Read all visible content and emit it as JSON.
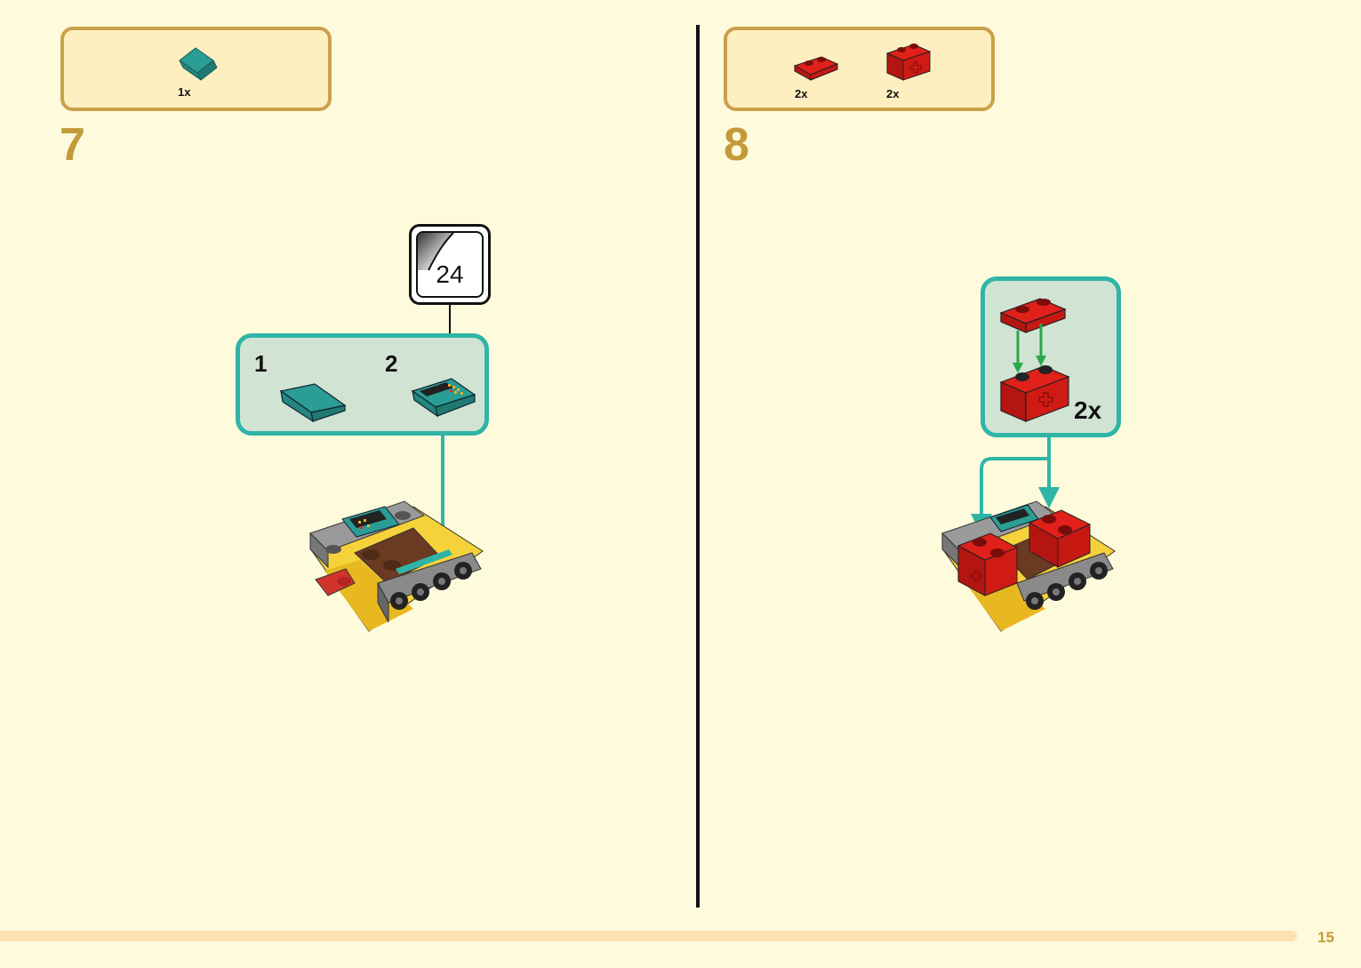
{
  "step7": {
    "number": "7",
    "parts": [
      {
        "qty": "1x",
        "icon": "teal-slope-brick-icon"
      }
    ],
    "subassembly": {
      "items": [
        {
          "label": "1",
          "icon": "teal-slope-brick-icon"
        },
        {
          "label": "2",
          "icon": "printed-console-slope-icon"
        }
      ],
      "sticker_number": "24"
    }
  },
  "step8": {
    "number": "8",
    "parts": [
      {
        "qty": "2x",
        "icon": "red-plate-1x2-icon"
      },
      {
        "qty": "2x",
        "icon": "red-brick-1x2-axle-icon"
      }
    ],
    "subassembly": {
      "multiplier": "2x"
    }
  },
  "footer": {
    "page_number": "15"
  },
  "colors": {
    "background": "#fefbdc",
    "parts_box": "#fdefbf",
    "parts_border": "#cba04a",
    "step_number": "#c49a3a",
    "callout_fill": "#d1e4d3",
    "callout_border": "#2fb5a8",
    "arrow_teal": "#2fb5a8",
    "arrow_green": "#2aa84a"
  }
}
